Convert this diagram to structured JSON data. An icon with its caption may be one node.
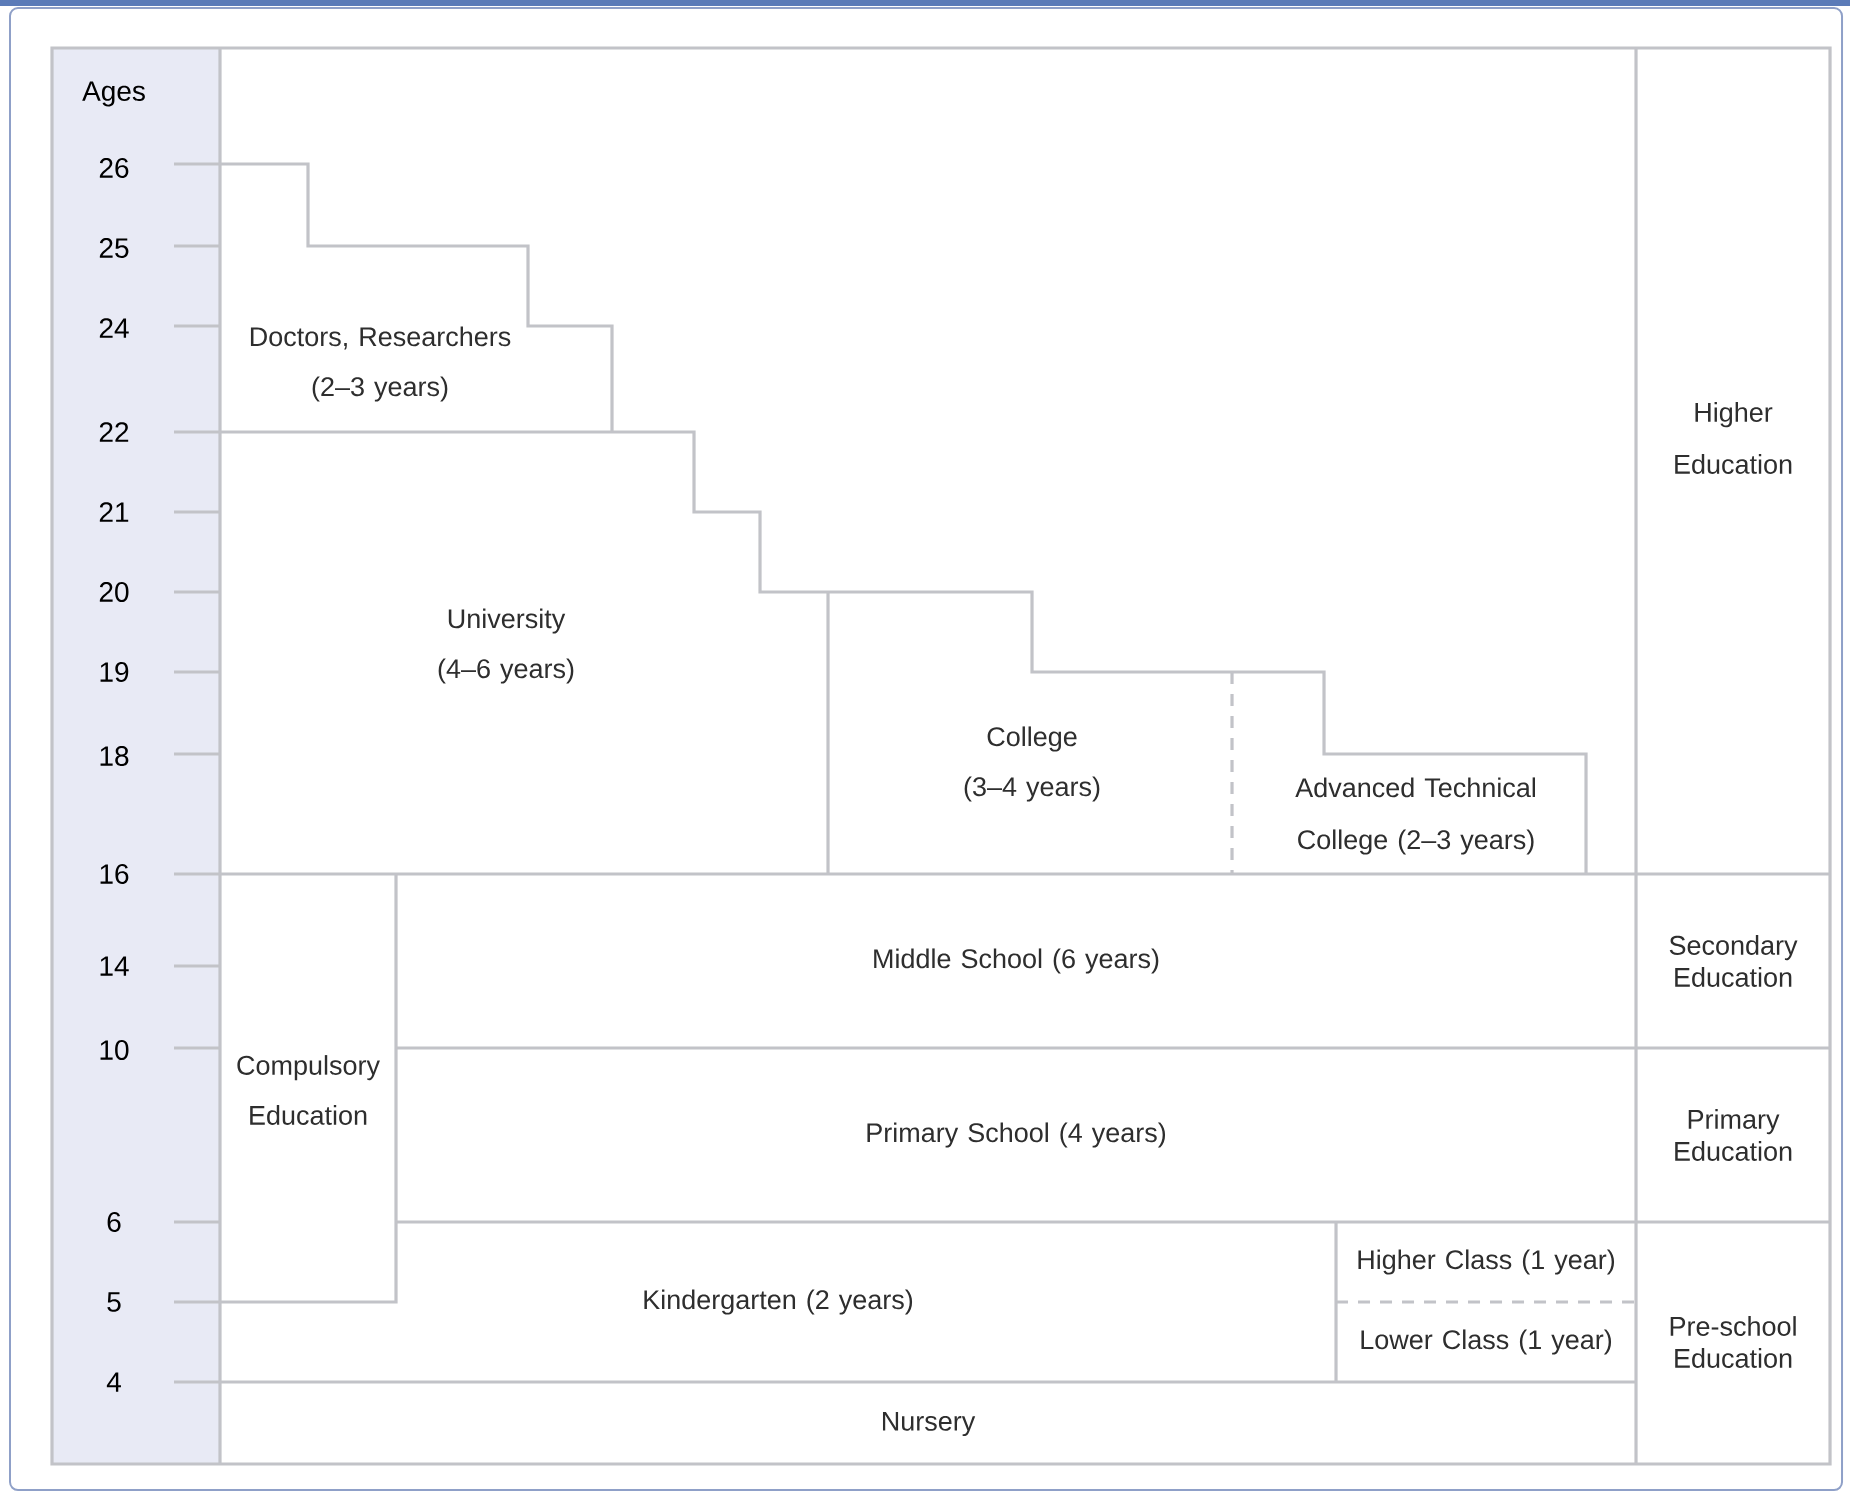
{
  "diagram": {
    "nodes": [
      {
        "text": [
          "Doctors, Researchers (2–3 years)"
        ]
      },
      {
        "text": [
          "Higher Education"
        ]
      },
      {
        "text": [
          "University (4–6 years)"
        ]
      },
      {
        "text": [
          "College (3–4 years)"
        ]
      },
      {
        "text": [
          "Advanced Technical College (2–3 years)"
        ]
      },
      {
        "text": [
          "Compulsory Education"
        ]
      },
      {
        "text": [
          "Middle School (6 years)"
        ]
      },
      {
        "text": [
          "Secondary Education"
        ]
      },
      {
        "text": [
          "Primary School (4 years)"
        ]
      },
      {
        "text": [
          "Primary Education"
        ]
      },
      {
        "text": [
          "Kindergarten (2 years)"
        ]
      },
      {
        "text": [
          "Higher Class (1 year)"
        ]
      },
      {
        "text": [
          "Lower Class (1 year)"
        ]
      },
      {
        "text": [
          "Pre-school Education"
        ]
      },
      {
        "text": [
          "Nursery"
        ]
      }
    ],
    "labels": [
      "Ages",
      "26",
      "25",
      "24",
      "22",
      "21",
      "20",
      "19",
      "18",
      "16",
      "14",
      "10",
      "6",
      "5",
      "4"
    ]
  }
}
